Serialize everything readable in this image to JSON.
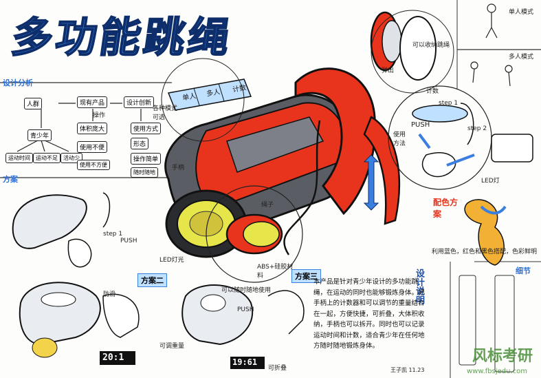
{
  "title": "多功能跳绳",
  "sections": {
    "analysis": "设计分析",
    "scheme1": "方案",
    "scheme2": "方案二",
    "scheme3": "方案三",
    "design_desc": "设计说明",
    "color_scheme": "配色方案",
    "detail": "细节"
  },
  "flowchart": {
    "n1": "人群",
    "n2": "青少年",
    "n3": "现有产品",
    "n4": "设计创新",
    "n5": "体积庞大",
    "n6": "使用不便",
    "n7": "使用方式",
    "n8": "形态",
    "n9": "操作简单",
    "n10": "随时随地",
    "leaf1": "运动时间",
    "leaf2": "运动不足",
    "leaf3": "活动少",
    "leaf4": "使用不方便"
  },
  "callouts": {
    "mode_select": "各种模式可选",
    "single_mode": "单人模式",
    "multi_mode": "多人模式",
    "push": "PUSH",
    "step1": "step 1",
    "step2": "step 2",
    "usage": "使用方法",
    "led": "LED灯光",
    "abs": "ABS+硅胶材料",
    "rope_storage": "可以收纳跳绳",
    "handle": "手柄",
    "rope": "绳子",
    "bounce": "弹出",
    "count": "计数",
    "flexible": "可以随时随地使用",
    "protect": "防滑",
    "weight": "可调重量",
    "collapse": "可折叠",
    "remark": "利用蓝色，红色和黑色搭配，色彩鲜明",
    "signature": "王子凯  11.23",
    "flowchart_extra": "操作",
    "lamp": "LED灯"
  },
  "mode_labels": [
    "单人",
    "多人",
    "计数"
  ],
  "lcd_values": [
    "20:1",
    "19:61"
  ],
  "design_notes": "本产品是针对青少年设计的多功能跳绳，在运动的同时也能够锻炼身体。把手柄上的计数器和可以调节的重量结合在一起，方便快捷，可折叠，大体积收纳，手柄也可以拆开。同时也可以记录运动时间和计数，适合青少年在任何地方随时随地锻炼身体。",
  "watermark": {
    "brand": "风标考研",
    "url": "www.fbsjedu.com"
  },
  "colors": {
    "title_fill": "#3a7fe0",
    "title_stroke": "#0d2e6a",
    "product_red": "#e8341c",
    "product_grey": "#5a5d63",
    "accent_blue": "#3a7fe0",
    "lens_yellow": "#e6e64a",
    "highlight_orange": "#ff9a3c"
  }
}
